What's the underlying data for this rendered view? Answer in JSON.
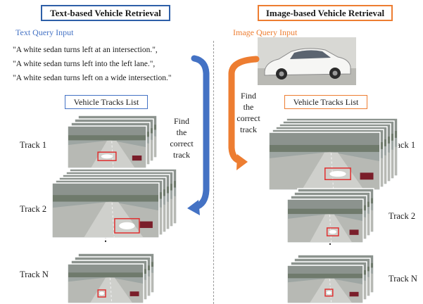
{
  "left_panel": {
    "title": "Text-based Vehicle Retrieval",
    "input_label": "Text Query Input",
    "queries": [
      "\"A white sedan turns left at an intersection.\",",
      "\"A white sedan turns left into the left lane.\",",
      "\"A white sedan turns left on a wide intersection.\""
    ],
    "list_title": "Vehicle Tracks List",
    "find_text": [
      "Find",
      "the",
      "correct",
      "track"
    ],
    "tracks": [
      "Track 1",
      "Track 2",
      "Track N"
    ],
    "ellipsis": "⋮"
  },
  "right_panel": {
    "title": "Image-based Vehicle Retrieval",
    "input_label": "Image Query Input",
    "list_title": "Vehicle Tracks List",
    "find_text": [
      "Find",
      "the",
      "correct",
      "track"
    ],
    "tracks": [
      "Track 1",
      "Track 2",
      "Track N"
    ],
    "ellipsis": "⋮"
  },
  "colors": {
    "text_accent": "#4472c4",
    "image_accent": "#ed7d31",
    "detection_box": "#e03030",
    "title_border_left": "#2e5fa8",
    "title_border_right": "#ed7d31"
  }
}
